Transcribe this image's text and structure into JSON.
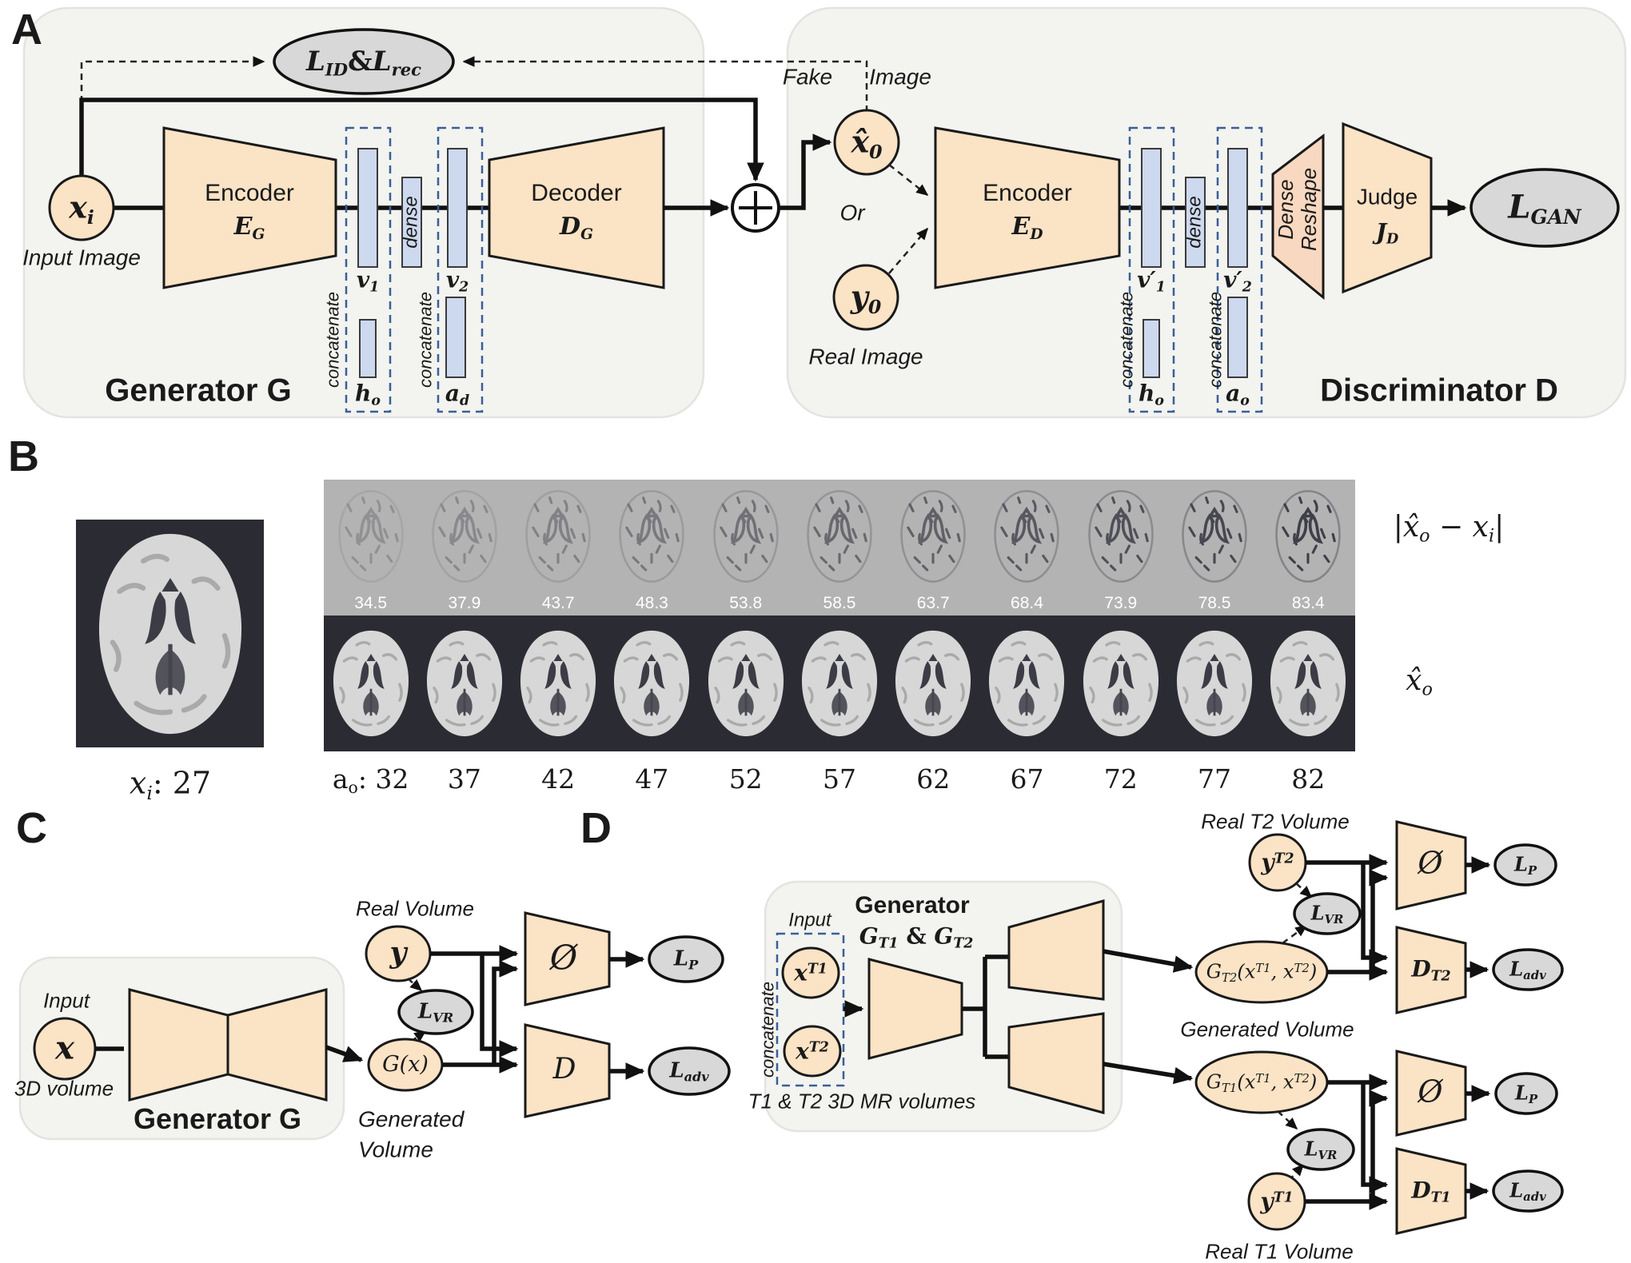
{
  "colors": {
    "peach": "#fbe3c5",
    "peach2": "#f8d8c0",
    "bar": "#cdd9ee",
    "loss": "#d8d8d8",
    "panel": "#f3f3f0",
    "dashedBox": "#3a5f96",
    "stripTop": "#b3b3b3",
    "stripBot": "#2b2b33"
  },
  "shared": {
    "concatenate": "concatenate",
    "dense": "dense",
    "encoder": "Encoder",
    "decoder": "Decoder",
    "judge": "Judge",
    "phi": "Ø"
  },
  "panelA": {
    "label": "A",
    "loss_id_rec": [
      [
        "t",
        "L"
      ],
      [
        "sub",
        "ID"
      ],
      [
        "u",
        "&"
      ],
      [
        "t",
        "L"
      ],
      [
        "sub",
        "rec"
      ]
    ],
    "x_i": [
      [
        "t",
        "x"
      ],
      [
        "sub",
        "i"
      ]
    ],
    "input_image": "Input Image",
    "e_g": [
      [
        "t",
        "E"
      ],
      [
        "sub",
        "G"
      ]
    ],
    "v_1": [
      [
        "t",
        "v"
      ],
      [
        "sub",
        "1"
      ]
    ],
    "v_2": [
      [
        "t",
        "v"
      ],
      [
        "sub",
        "2"
      ]
    ],
    "h_o": [
      [
        "t",
        "h"
      ],
      [
        "sub",
        "o"
      ]
    ],
    "a_d": [
      [
        "t",
        "a"
      ],
      [
        "sub",
        "d"
      ]
    ],
    "d_g": [
      [
        "t",
        "D"
      ],
      [
        "sub",
        "G"
      ]
    ],
    "fake": "Fake",
    "image": "Image",
    "x_hat_0": [
      [
        "t",
        "x̂"
      ],
      [
        "sub",
        "0"
      ]
    ],
    "or": "Or",
    "y_0": [
      [
        "t",
        "y"
      ],
      [
        "sub",
        "0"
      ]
    ],
    "real_image": "Real Image",
    "e_d": [
      [
        "t",
        "E"
      ],
      [
        "sub",
        "D"
      ]
    ],
    "v_1p": [
      [
        "t",
        "v′"
      ],
      [
        "sub",
        "1"
      ]
    ],
    "v_2p": [
      [
        "t",
        "v′"
      ],
      [
        "sub",
        "2"
      ]
    ],
    "h_o2": [
      [
        "t",
        "h"
      ],
      [
        "sub",
        "o"
      ]
    ],
    "a_o": [
      [
        "t",
        "a"
      ],
      [
        "sub",
        "o"
      ]
    ],
    "dense_reshape_1": "Dense",
    "dense_reshape_2": "Reshape",
    "j_d": [
      [
        "t",
        "J"
      ],
      [
        "sub",
        "D"
      ]
    ],
    "l_gan": [
      [
        "t",
        "L"
      ],
      [
        "sub",
        "GAN"
      ]
    ],
    "generator_title": [
      [
        "u",
        "Generator "
      ],
      [
        "t",
        "G"
      ]
    ],
    "discriminator_title": [
      [
        "u",
        "Discriminator "
      ],
      [
        "t",
        "D"
      ]
    ]
  },
  "panelB": {
    "label": "B",
    "input_caption": [
      [
        "t",
        "x"
      ],
      [
        "sub",
        "i"
      ],
      [
        "u",
        ": 27"
      ]
    ],
    "diff_values": [
      "34.5",
      "37.9",
      "43.7",
      "48.3",
      "53.8",
      "58.5",
      "63.7",
      "68.4",
      "73.9",
      "78.5",
      "83.4"
    ],
    "age_first": [
      [
        "t",
        "a"
      ],
      [
        "sub",
        "o"
      ],
      [
        "u",
        ": 32"
      ]
    ],
    "ages": [
      "32",
      "37",
      "42",
      "47",
      "52",
      "57",
      "62",
      "67",
      "72",
      "77",
      "82"
    ],
    "diff_row_label": [
      [
        "u",
        "|"
      ],
      [
        "t",
        "x̂"
      ],
      [
        "sub",
        "o"
      ],
      [
        "u",
        " − "
      ],
      [
        "t",
        "x"
      ],
      [
        "sub",
        "i"
      ],
      [
        "u",
        "|"
      ]
    ],
    "output_row_label": [
      [
        "t",
        "x̂"
      ],
      [
        "sub",
        "o"
      ]
    ]
  },
  "panelC": {
    "label": "C",
    "input_label": "Input",
    "x": [
      [
        "t",
        "x"
      ]
    ],
    "volume_3d": "3D volume",
    "generator_title": [
      [
        "u",
        "Generator "
      ],
      [
        "t",
        "G"
      ]
    ],
    "real_volume": "Real Volume",
    "y": [
      [
        "t",
        "y"
      ]
    ],
    "l_vr": [
      [
        "t",
        "L"
      ],
      [
        "sub",
        "VR"
      ]
    ],
    "g_x": [
      [
        "t",
        "G(x)"
      ]
    ],
    "generated_1": "Generated",
    "generated_2": "Volume",
    "d": [
      [
        "t",
        "D"
      ]
    ],
    "l_p": [
      [
        "t",
        "L"
      ],
      [
        "sub",
        "P"
      ]
    ],
    "l_adv": [
      [
        "t",
        "L"
      ],
      [
        "sub",
        "adv"
      ]
    ]
  },
  "panelD": {
    "label": "D",
    "input_label": "Input",
    "title_1": "Generator",
    "title_2": [
      [
        "t",
        "G"
      ],
      [
        "sub",
        "T1"
      ],
      [
        "u",
        " & "
      ],
      [
        "t",
        "G"
      ],
      [
        "sub",
        "T2"
      ]
    ],
    "x_t1": [
      [
        "t",
        "x"
      ],
      [
        "sup",
        "T1"
      ]
    ],
    "x_t2": [
      [
        "t",
        "x"
      ],
      [
        "sup",
        "T2"
      ]
    ],
    "volumes_label": "T1 & T2 3D MR volumes",
    "real_t2": "Real T2 Volume",
    "y_t2": [
      [
        "t",
        "y"
      ],
      [
        "sup",
        "T2"
      ]
    ],
    "l_vr1": [
      [
        "t",
        "L"
      ],
      [
        "sub",
        "VR"
      ]
    ],
    "g_t2_expr": [
      [
        "t",
        "G"
      ],
      [
        "sub",
        "T2"
      ],
      [
        "t",
        "(x"
      ],
      [
        "sup",
        "T1"
      ],
      [
        "t",
        ", x"
      ],
      [
        "sup",
        "T2"
      ],
      [
        "t",
        ")"
      ]
    ],
    "generated_volume": "Generated Volume",
    "g_t1_expr": [
      [
        "t",
        "G"
      ],
      [
        "sub",
        "T1"
      ],
      [
        "t",
        "(x"
      ],
      [
        "sup",
        "T1"
      ],
      [
        "t",
        ", x"
      ],
      [
        "sup",
        "T2"
      ],
      [
        "t",
        ")"
      ]
    ],
    "l_vr2": [
      [
        "t",
        "L"
      ],
      [
        "sub",
        "VR"
      ]
    ],
    "y_t1": [
      [
        "t",
        "y"
      ],
      [
        "sup",
        "T1"
      ]
    ],
    "real_t1": "Real T1 Volume",
    "d_t2": [
      [
        "t",
        "D"
      ],
      [
        "sub",
        "T2"
      ]
    ],
    "d_t1": [
      [
        "t",
        "D"
      ],
      [
        "sub",
        "T1"
      ]
    ],
    "phi_top": "Ø",
    "phi_bottom": "Ø",
    "l_p1": [
      [
        "t",
        "L"
      ],
      [
        "sub",
        "P"
      ]
    ],
    "l_adv1": [
      [
        "t",
        "L"
      ],
      [
        "sub",
        "adv"
      ]
    ],
    "l_p2": [
      [
        "t",
        "L"
      ],
      [
        "sub",
        "P"
      ]
    ],
    "l_adv2": [
      [
        "t",
        "L"
      ],
      [
        "sub",
        "adv"
      ]
    ]
  }
}
